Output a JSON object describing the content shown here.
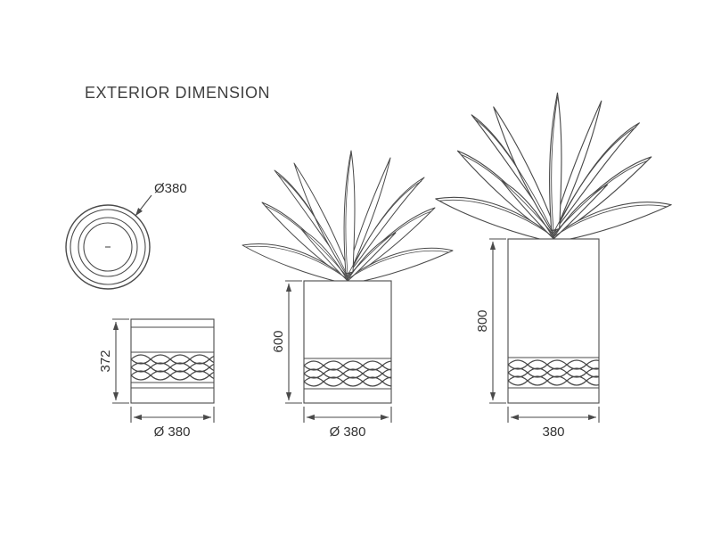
{
  "title": "EXTERIOR DIMENSION",
  "top_view": {
    "diameter": "Ø380"
  },
  "planters": {
    "small": {
      "height": "372",
      "width": "Ø 380"
    },
    "medium": {
      "height": "600",
      "width": "Ø 380"
    },
    "large": {
      "height": "800",
      "width": "380"
    }
  },
  "colors": {
    "line": "#4a4a4a",
    "text": "#3a3a3a",
    "background": "#ffffff"
  }
}
